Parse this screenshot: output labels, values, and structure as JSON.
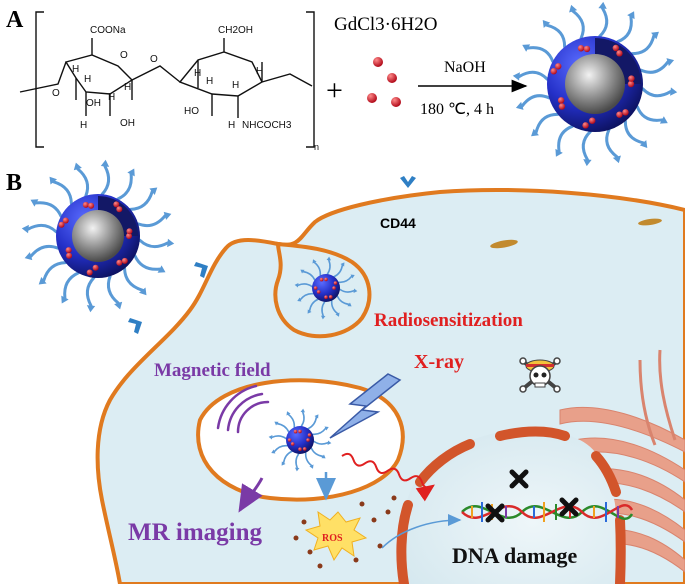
{
  "panels": {
    "a": {
      "label": "A",
      "polymer": {
        "labels": {
          "coona": "COONa",
          "ch2oh": "CH2OH",
          "oh_left_1": "OH",
          "oh_left_2": "OH",
          "ho_right": "HO",
          "nhcoch3": "NHCOCH3",
          "subscript_n": "n",
          "h_labels": [
            "H",
            "H",
            "H",
            "H",
            "H",
            "H",
            "H",
            "H",
            "H",
            "H"
          ],
          "o_labels": [
            "O",
            "O",
            "O"
          ]
        }
      },
      "plus": "+",
      "reagent": "GdCl3·6H2O",
      "base": "NaOH",
      "conditions": "180 ℃, 4 h"
    },
    "b": {
      "label": "B",
      "cd44": "CD44",
      "radiosensitization": "Radiosensitization",
      "xray": "X-ray",
      "magnetic_field": "Magnetic field",
      "mr_imaging": "MR imaging",
      "ros": "ROS",
      "dna_damage": "DNA damage"
    }
  },
  "colors": {
    "particle_core": "#1a1f9e",
    "particle_shell": "#3a47d6",
    "gd_dot": "#d41a2a",
    "ligand": "#5a9ad6",
    "membrane": "#e07a1f",
    "cytoplasm": "#dcedf3",
    "red_text": "#e02020",
    "purple_text": "#7a3aa6",
    "receptor": "#2f7fc4"
  }
}
